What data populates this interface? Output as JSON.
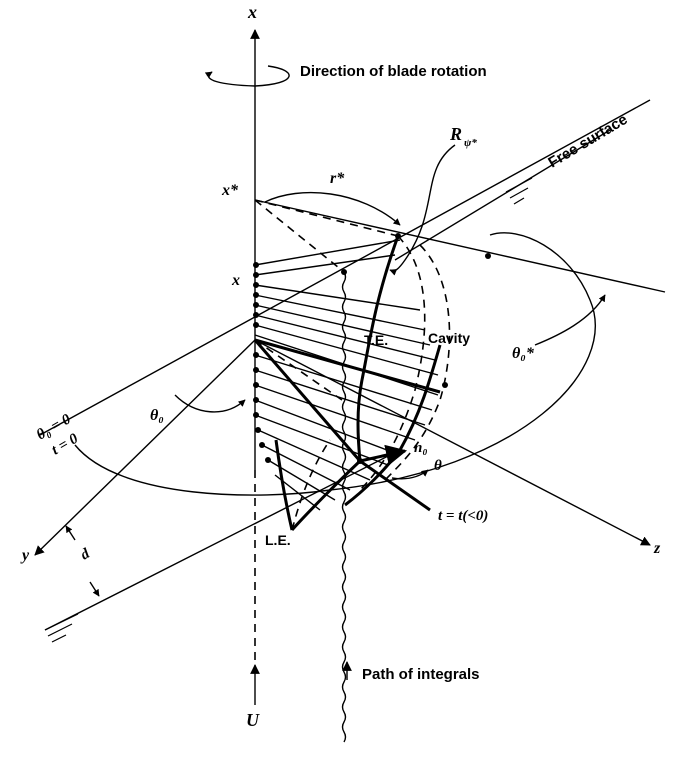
{
  "labels": {
    "x_axis": "x",
    "rotation": "Direction of blade rotation",
    "x_star": "x*",
    "r_star": "r*",
    "r_psi": "R",
    "r_psi_sub": "ψ*",
    "free_surface": "Free surface",
    "x_local": "x",
    "te": "T.E.",
    "cavity": "Cavity",
    "theta0_star": "θ₀*",
    "theta0_eq": "θ₀ = 0",
    "t_eq": "t = 0",
    "theta0": "θ₀",
    "y_axis": "y",
    "d": "d",
    "n0": "n₀",
    "theta": "θ",
    "z_axis": "z",
    "t_neg": "t = t(<0)",
    "le": "L.E.",
    "path": "Path of integrals",
    "u": "U"
  }
}
